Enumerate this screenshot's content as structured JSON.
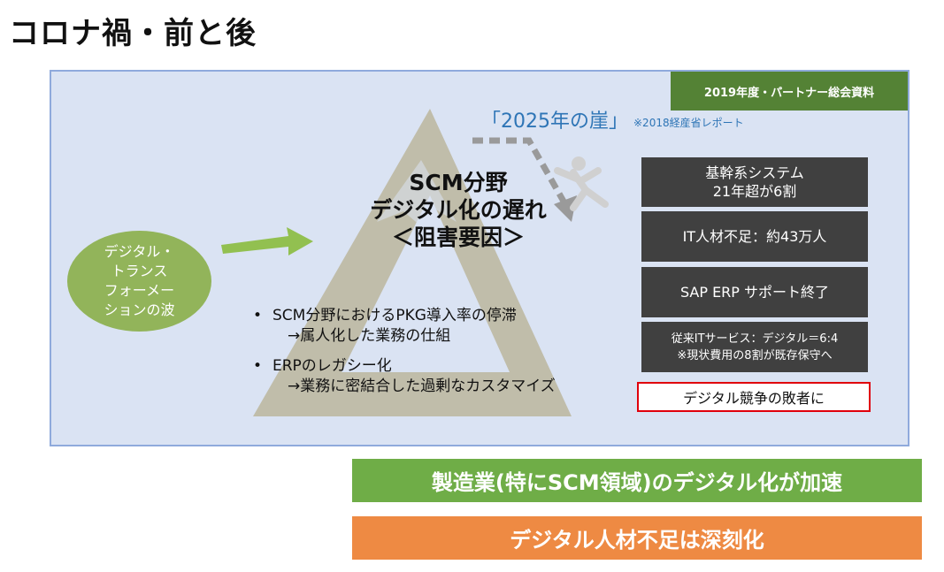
{
  "page_title": "コロナ禍・前と後",
  "source_badge": "2019年度・パートナー総会資料",
  "cliff": {
    "label": "「2025年の崖」",
    "note": "※2018経産省レポート"
  },
  "dx_wave": "デジタル・\nトランス\nフォーメー\nションの波",
  "headline": {
    "line1": "SCM分野",
    "line2": "デジタル化の遅れ",
    "line3": "＜阻害要因＞"
  },
  "bullets": [
    {
      "dot": "•",
      "text": "SCM分野におけるPKG導入率の停滞\n　→属人化した業務の仕組"
    },
    {
      "dot": "•",
      "text": "ERPのレガシー化\n　→業務に密結合した過剰なカスタマイズ"
    }
  ],
  "issues": [
    "基幹系システム\n21年超が6割",
    "IT人材不足：約43万人",
    "SAP ERP サポート終了",
    "従来ITサービス：デジタル＝6:4\n※現状費用の8割が既存保守へ"
  ],
  "conclusion": "デジタル競争の敗者に",
  "banners": {
    "green": "製造業(特にSCM領域)のデジタル化が加速",
    "orange": "デジタル人材不足は深刻化"
  },
  "colors": {
    "panel_bg": "#dae3f3",
    "badge_green": "#548235",
    "circle_green": "#92b45a",
    "issue_dark": "#404040",
    "alert_red": "#e0000b",
    "banner_green": "#6fad47",
    "banner_orange": "#ee8a43",
    "link_blue": "#2e75b6"
  }
}
